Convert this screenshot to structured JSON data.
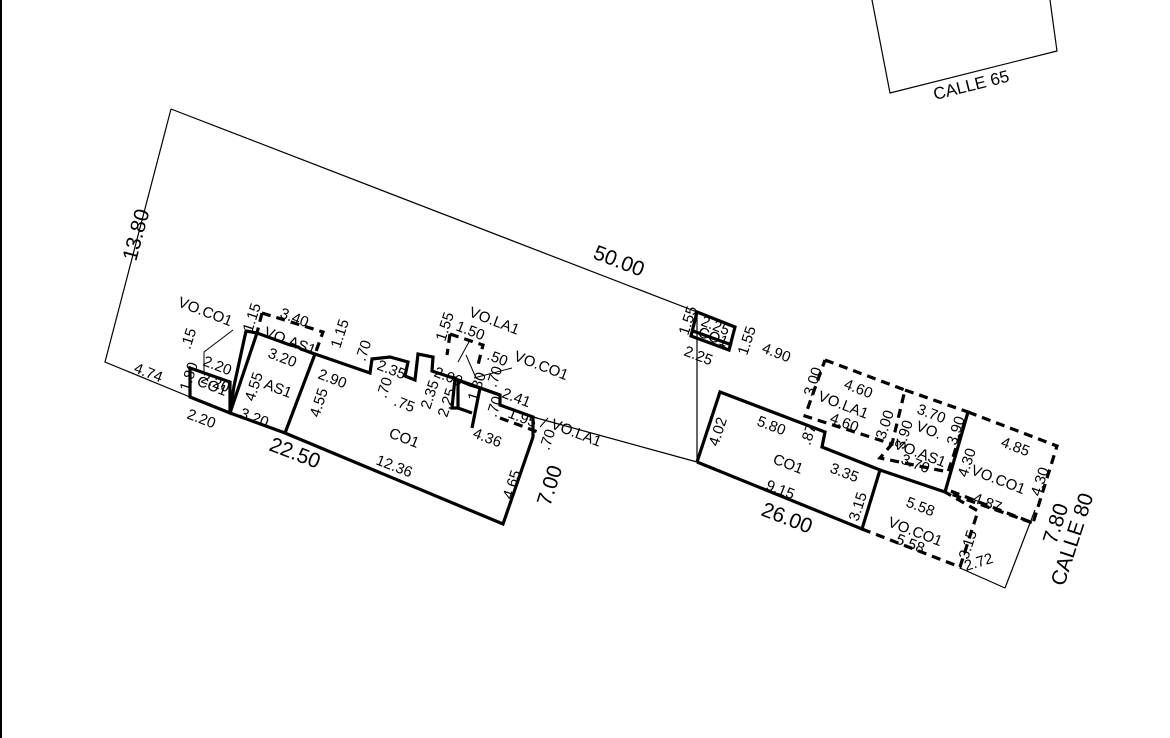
{
  "streets": {
    "calle_65": "CALLE 65",
    "calle_80": "CALLE 80"
  },
  "dims_lot": {
    "top": "50.00",
    "left": "13.80",
    "bottom_left": "22.50",
    "bottom_right": "26.00",
    "right": "7.80",
    "step": "7.00",
    "front_left": "4.74",
    "corner": "2.72"
  },
  "labels_rooms": {
    "co1_small_left": "CO1",
    "as1_left": "AS1",
    "co1_main": "CO1",
    "co1_small_top": "CO1",
    "co1_right": "CO1",
    "vo_as1_top": "VO.AS1",
    "vo_co1_left": "VO.CO1",
    "vo_la1_top": "VO.LA1",
    "vo_co1_mid": "VO.CO1",
    "vo_la1_mid": "VO.LA1",
    "vo_la1_right": "VO.LA1",
    "vo_right_top": "VO.",
    "vo_as1_right": "VO.AS1",
    "vo_co1_right": "VO.CO1",
    "vo_co1_bottom": "VO.CO1"
  },
  "dims_left": {
    "d115a": "1.15",
    "d15": ".15",
    "d220a": "2.20",
    "d180": "1.80",
    "d220b": "2.20",
    "d220c": "2.20",
    "d340": "3.40",
    "d320a": "3.20",
    "d455a": "4.55",
    "d320b": "3.20",
    "d115b": "1.15",
    "d455b": "4.55",
    "d290": "2.90"
  },
  "dims_mid": {
    "d70a": ".70",
    "d235a": "2.35",
    "d70b": ".70",
    "d75": ".75",
    "d155": "1.55",
    "d150": "1.50",
    "d50": ".50",
    "d200": "2.00",
    "d235b": "2.35",
    "d225a": "2.25",
    "d180b": "1.80",
    "d70c": ".70",
    "d241": "2.41",
    "d70d": ".70",
    "d195": "1.95",
    "d436": "4.36",
    "d70e": ".70",
    "d1236": "12.36",
    "d465": "4.65"
  },
  "dims_right": {
    "d155a": "1.55",
    "d225b": "2.25",
    "d155b": "1.55",
    "d225c": "2.25",
    "d490": "4.90",
    "d300a": "3.00",
    "d460a": "4.60",
    "d460b": "4.60",
    "d300b": "3.00",
    "d370a": "3.70",
    "d390a": "3.90",
    "d390b": "3.90",
    "d370b": "3.70",
    "d430a": "4.30",
    "d485": "4.85",
    "d430b": "4.30",
    "d487": "4.87",
    "d402": "4.02",
    "d580": "5.80",
    "d87": ".87",
    "d335": "3.35",
    "d915": "9.15",
    "d315a": "3.15",
    "d558a": "5.58",
    "d558b": "5.58",
    "d315b": "3.15"
  }
}
